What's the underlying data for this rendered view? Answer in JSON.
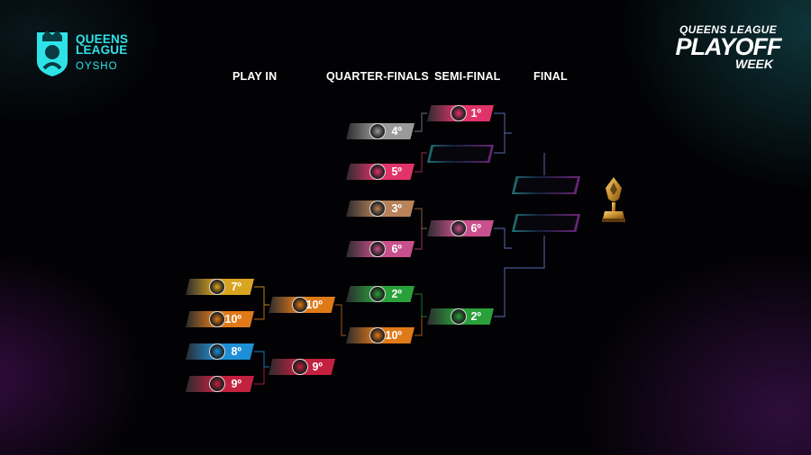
{
  "brand": {
    "line1": "QUEENS",
    "line2": "LEAGUE",
    "sub": "OYSHO",
    "accent": "#2ee3e8"
  },
  "event": {
    "line1": "QUEENS LEAGUE",
    "line2": "PLAYOFF",
    "line3": "WEEK"
  },
  "headers": {
    "play_in": "PLAY IN",
    "quarter_finals": "QUARTER-FINALS",
    "semi_final": "SEMI-FINAL",
    "final": "FINAL"
  },
  "play_in": [
    {
      "seed": "7º",
      "badge": "coin-crest-icon",
      "color": "#d9a520"
    },
    {
      "seed": "10º",
      "badge": "flame-crest-icon",
      "color": "#e07a18"
    },
    {
      "seed": "8º",
      "badge": "green-shield-crest-icon",
      "color": "#1e8fd6"
    },
    {
      "seed": "9º",
      "badge": "ball-crest-icon",
      "color": "#c2213f"
    }
  ],
  "play_in_winners": [
    {
      "seed": "10º",
      "badge": "flame-crest-icon",
      "color": "#e07a18"
    },
    {
      "seed": "9º",
      "badge": "ball-crest-icon",
      "color": "#c2213f"
    }
  ],
  "quarter_finals": [
    {
      "seed": "4º",
      "badge": "pio-crest-icon",
      "color": "#9a9a9a"
    },
    {
      "seed": "5º",
      "badge": "pink-diamond-crest-icon",
      "color": "#e0336a"
    },
    {
      "seed": "3º",
      "badge": "lion-crest-icon",
      "color": "#b8825a"
    },
    {
      "seed": "6º",
      "badge": "sk-crest-icon",
      "color": "#c8508c"
    },
    {
      "seed": "2º",
      "badge": "tree-crest-icon",
      "color": "#2aa03a"
    },
    {
      "seed": "10º",
      "badge": "flame-crest-icon",
      "color": "#e07a18"
    }
  ],
  "semi_final": [
    {
      "seed": "1º",
      "badge": "red-round-crest-icon",
      "color": "#e0336a"
    },
    {
      "seed": "",
      "badge": "",
      "color": ""
    },
    {
      "seed": "6º",
      "badge": "sk-crest-icon",
      "color": "#c8508c"
    },
    {
      "seed": "2º",
      "badge": "tree-crest-icon",
      "color": "#2aa03a"
    }
  ],
  "final": [
    {
      "seed": ""
    },
    {
      "seed": ""
    }
  ],
  "trophy_icon": "trophy-icon"
}
